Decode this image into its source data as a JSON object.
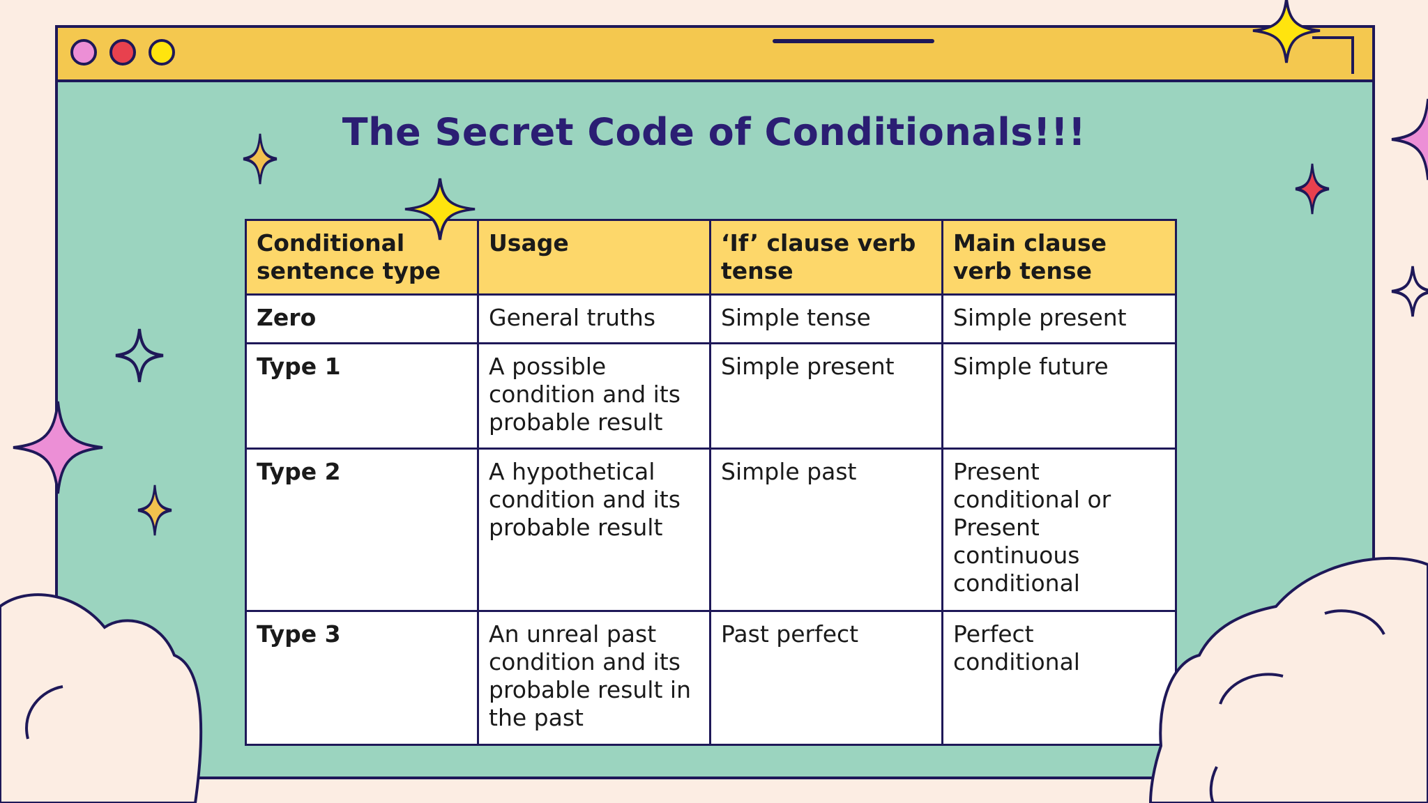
{
  "slide": {
    "title": "The Secret Code of Conditionals!!!"
  },
  "table": {
    "headers": [
      "Conditional sentence type",
      "Usage",
      "‘If’ clause verb tense",
      "Main clause verb tense"
    ],
    "rows": [
      [
        "Zero",
        "General truths",
        "Simple tense",
        "Simple present"
      ],
      [
        "Type 1",
        "A possible condition and its probable result",
        "Simple present",
        "Simple future"
      ],
      [
        "Type 2",
        "A hypothetical condition and its probable result",
        "Simple past",
        "Present conditional or Present continuous conditional"
      ],
      [
        "Type 3",
        "An unreal past condition and its probable result in the past",
        "Past perfect",
        "Perfect conditional"
      ]
    ]
  },
  "colors": {
    "background": "#FCEDE3",
    "window": "#9BD4BF",
    "titlebar": "#F4C84F",
    "header_cells": "#FDD76A",
    "title_text": "#2B1E73",
    "outline": "#1E1858",
    "star_pink": "#EC8FD6",
    "star_red": "#E8414E",
    "star_yellow": "#FFE40E",
    "star_gold": "#F2C14E"
  },
  "icons": [
    "window-dot-pink-icon",
    "window-dot-red-icon",
    "window-dot-yellow-icon",
    "sparkle-star-icon",
    "cloud-icon"
  ]
}
